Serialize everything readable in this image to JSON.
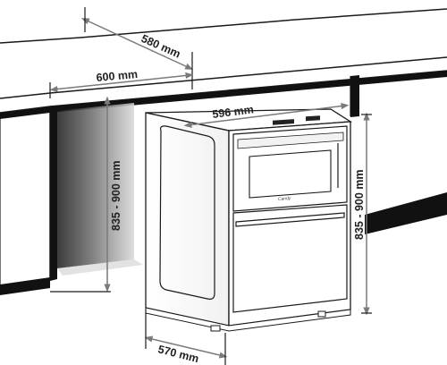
{
  "diagram": {
    "dimensions": {
      "niche_depth": "580 mm",
      "niche_width": "600 mm",
      "appliance_width": "596 mm",
      "niche_height": "835 - 900 mm",
      "appliance_height": "835 - 900 mm",
      "appliance_depth": "570 mm"
    },
    "brand_logo_text": "Candy",
    "colors": {
      "line": "#1a1a1a",
      "dimension_line": "#7a7a7a",
      "niche_shadow": "#555555",
      "counter_dark": "#111111"
    }
  }
}
